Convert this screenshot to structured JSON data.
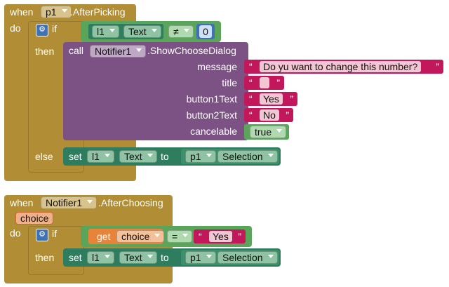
{
  "event1": {
    "when": "when",
    "component": "p1",
    "event": ".AfterPicking",
    "do": "do",
    "if": "if",
    "then": "then",
    "else": "else",
    "condition": {
      "component": "l1",
      "prop": "Text",
      "op": "≠",
      "value": "0"
    },
    "call": {
      "keyword": "call",
      "component": "Notifier1",
      "method": ".ShowChooseDialog",
      "args": [
        {
          "name": "message",
          "value": "Do yu want to change this number?"
        },
        {
          "name": "title",
          "value": ""
        },
        {
          "name": "button1Text",
          "value": "Yes"
        },
        {
          "name": "button2Text",
          "value": "No"
        },
        {
          "name": "cancelable",
          "value": "true"
        }
      ]
    },
    "set": {
      "keyword": "set",
      "component": "l1",
      "prop": "Text",
      "to": "to",
      "src_component": "p1",
      "src_prop": "Selection"
    }
  },
  "event2": {
    "when": "when",
    "component": "Notifier1",
    "event": ".AfterChoosing",
    "param": "choice",
    "do": "do",
    "if": "if",
    "then": "then",
    "condition": {
      "get": "get",
      "var": "choice",
      "op": "=",
      "value": "Yes"
    },
    "set": {
      "keyword": "set",
      "component": "l1",
      "prop": "Text",
      "to": "to",
      "src_component": "p1",
      "src_prop": "Selection"
    }
  },
  "colors": {
    "event": "#b18e35",
    "call": "#7c5285",
    "logic": "#5ba55b",
    "set": "#2e7d5e",
    "text": "#c2185b",
    "math": "#3f71b5",
    "var": "#e8833a"
  }
}
